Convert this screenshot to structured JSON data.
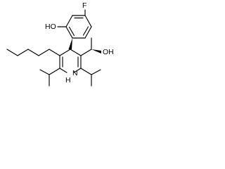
{
  "molecule": {
    "atoms": {
      "fluorine": "F",
      "phenol_hydroxyl": "HO",
      "alcohol_hydroxyl": "OH",
      "ring_nitrogen": "H\nN",
      "ring_nitrogen_h": "H",
      "ring_nitrogen_n": "N"
    },
    "colors": {
      "bond": "#000000",
      "label": "#000000",
      "background": "#ffffff"
    }
  }
}
